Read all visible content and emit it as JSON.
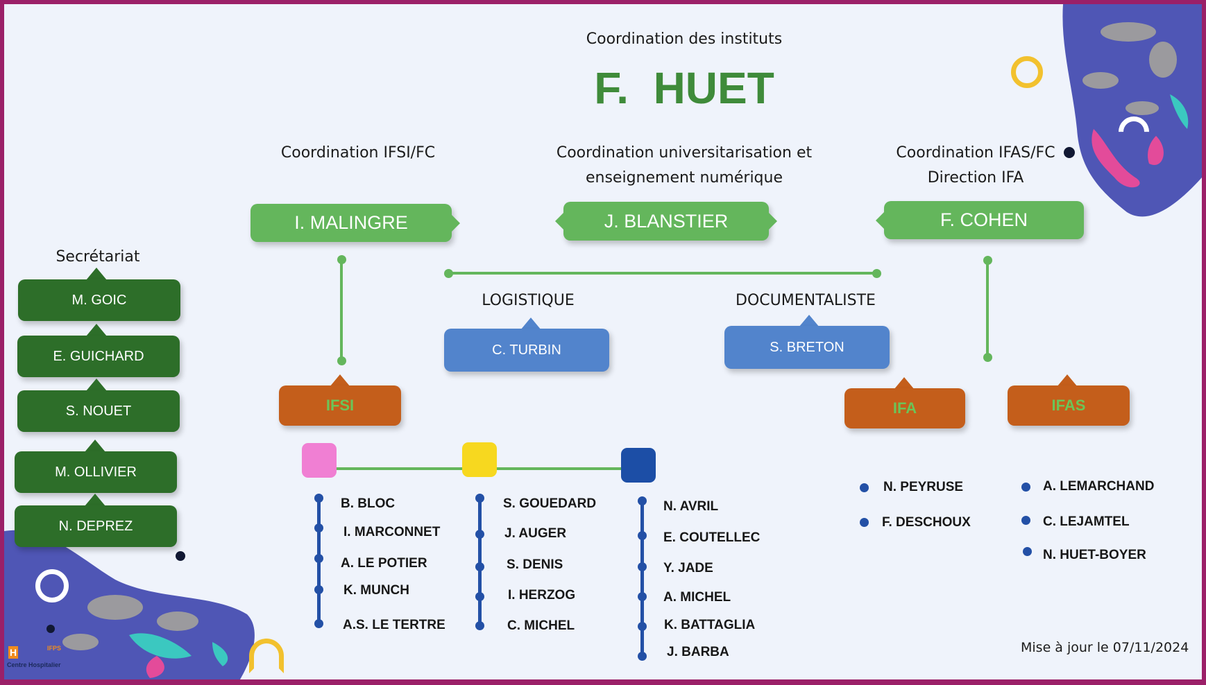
{
  "header": {
    "subtitle": "Coordination des instituts",
    "title": "F.  HUET"
  },
  "coordinations": {
    "ifsi_fc": {
      "label": "Coordination IFSI/FC",
      "name": "I. MALINGRE"
    },
    "univ": {
      "label_line1": "Coordination universitarisation et",
      "label_line2": "enseignement numérique",
      "name": "J. BLANSTIER"
    },
    "ifas_fc": {
      "label_line1": "Coordination IFAS/FC",
      "label_line2": "Direction IFA",
      "name": "F. COHEN"
    }
  },
  "support": {
    "logistique": {
      "label": "LOGISTIQUE",
      "name": "C. TURBIN"
    },
    "documentaliste": {
      "label": "DOCUMENTALISTE",
      "name": "S. BRETON"
    }
  },
  "secretariat": {
    "label": "Secrétariat",
    "members": [
      "M. GOIC",
      "E. GUICHARD",
      "S. NOUET",
      "M. OLLIVIER",
      "N. DEPREZ"
    ]
  },
  "institutes": {
    "ifsi": "IFSI",
    "ifa": "IFA",
    "ifas": "IFAS"
  },
  "ifsi_teams": [
    {
      "color": "#f07fd3",
      "members": [
        "B. BLOC",
        "I. MARCONNET",
        "A. LE POTIER",
        "K. MUNCH",
        "A.S. LE TERTRE"
      ]
    },
    {
      "color": "#f7d81f",
      "members": [
        "S. GOUEDARD",
        "J. AUGER",
        "S. DENIS",
        "I. HERZOG",
        "C. MICHEL"
      ]
    },
    {
      "color": "#1c4ea6",
      "members": [
        "N. AVRIL",
        "E. COUTELLEC",
        "Y. JADE",
        "A. MICHEL",
        "K. BATTAGLIA",
        "J. BARBA"
      ]
    }
  ],
  "ifa_members": [
    "N. PEYRUSE",
    "F. DESCHOUX"
  ],
  "ifas_members": [
    "A. LEMARCHAND",
    "C. LEJAMTEL",
    "N. HUET-BOYER"
  ],
  "footer": {
    "update": "Mise à jour le 07/11/2024",
    "logo_text_1": "IFPS",
    "logo_text_2": "Centre Hospitalier"
  },
  "colors": {
    "green_light": "#64b65c",
    "green_dark": "#2d6e29",
    "blue": "#5284cc",
    "orange": "#c45e1b",
    "title_green": "#3f8b3a",
    "border": "#9b2068"
  }
}
